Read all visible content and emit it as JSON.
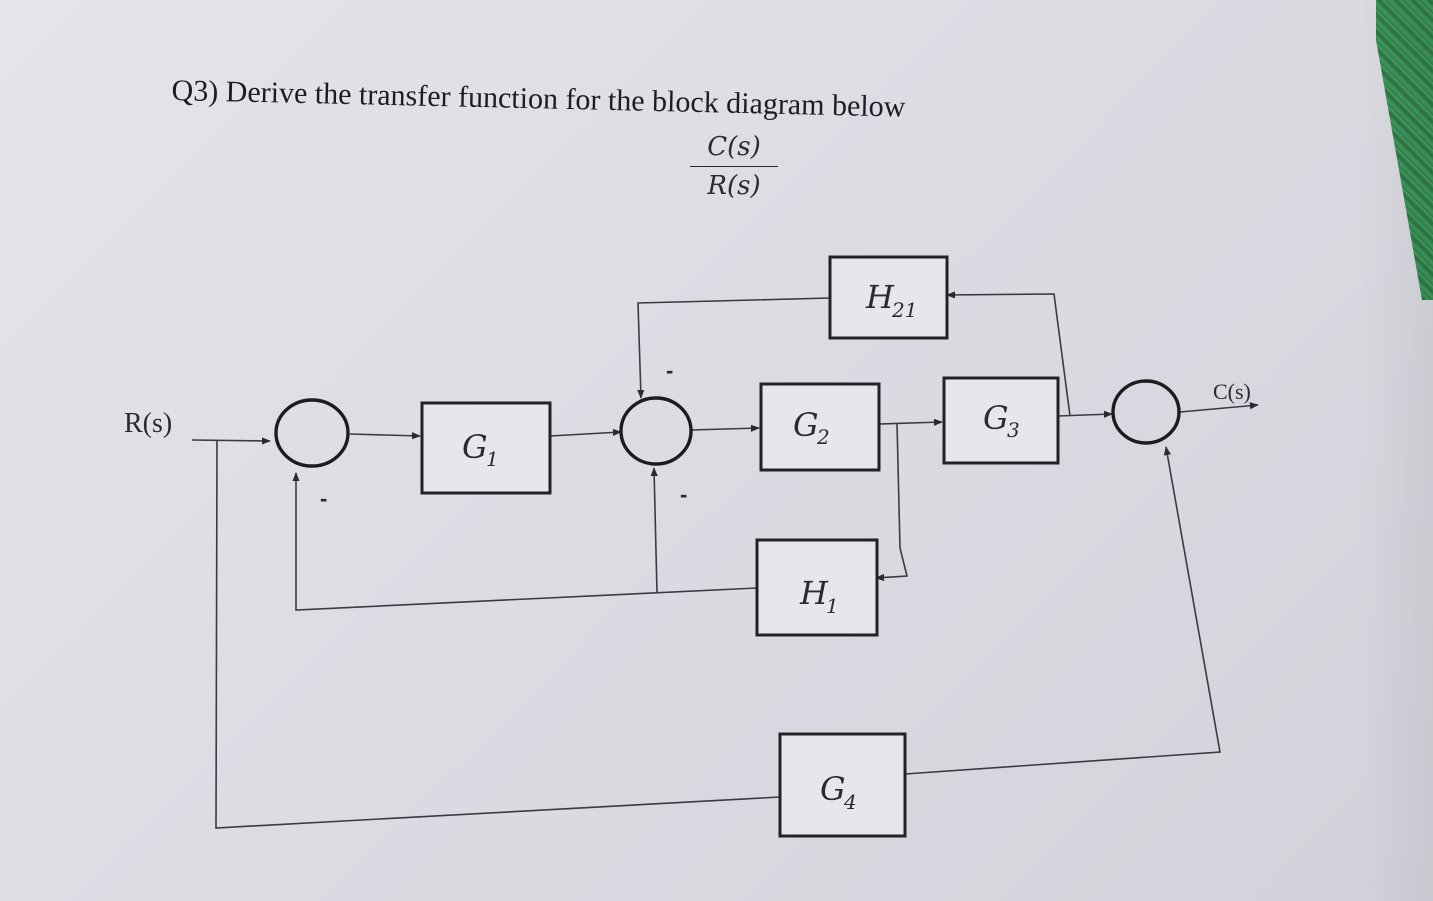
{
  "question": {
    "text": "Q3) Derive the transfer function for the block diagram below",
    "fraction_numerator": "C(s)",
    "fraction_denominator": "R(s)"
  },
  "signals": {
    "input": "R(s)",
    "output": "C(s)"
  },
  "blocks": {
    "g1": "G",
    "g1_sub": "1",
    "g2": "G",
    "g2_sub": "2",
    "g3": "G",
    "g3_sub": "3",
    "g4": "G",
    "g4_sub": "4",
    "h1": "H",
    "h1_sub": "1",
    "h21": "H",
    "h21_sub": "21"
  },
  "signs": {
    "sum1_bottom": "-",
    "sum2_top": "-",
    "sum2_bottom": "-"
  }
}
